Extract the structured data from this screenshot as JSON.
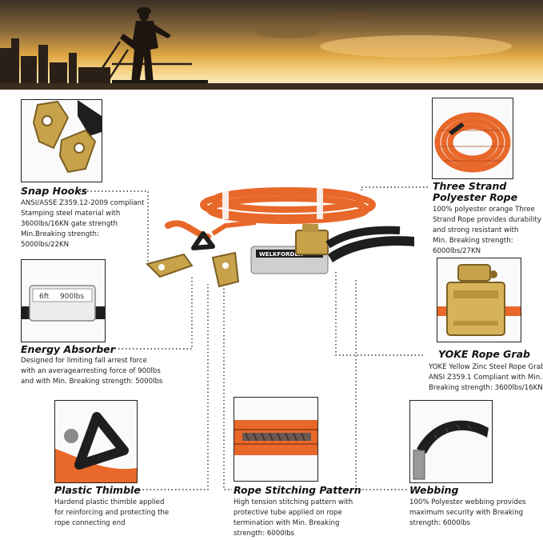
{
  "colors": {
    "rope": "#e8682a",
    "webbing": "#1e1e1e",
    "brass": "#c7a24a",
    "steel": "#a8a8a8"
  },
  "features": {
    "snap_hooks": {
      "title": "Snap Hooks",
      "lines": [
        "ANSI/ASSE Z359.12-2009 compliant",
        "Stamping steel material with",
        "3600lbs/16KN gate strength",
        "Min.Breaking strength:",
        "5000lbs/22KN"
      ]
    },
    "three_strand": {
      "title_lines": [
        "Three Strand",
        "Polyester Rope"
      ],
      "lines": [
        "100% polyester orange Three",
        "Strand Rope provides durability",
        "and strong resistant with",
        "Min. Breaking strength:",
        "6000lbs/27KN"
      ]
    },
    "energy_absorber": {
      "title": "Energy Absorber",
      "lines": [
        "Designed for limiting fall arrest force",
        "with an averagearresting force of 900lbs",
        "and with Min. Breaking strength: 5000lbs"
      ]
    },
    "rope_grab": {
      "title": "YOKE Rope Grab",
      "lines": [
        "YOKE Yellow Zinc Steel Rope Grab",
        "ANSI Z359.1 Compliant with Min.",
        "Breaking strength: 3600lbs/16KN"
      ]
    },
    "plastic_thimble": {
      "title": "Plastic Thimble",
      "lines": [
        "Hardend plastic thimble applied",
        "for reinforcing and protecting the",
        "rope connecting end"
      ]
    },
    "rope_stitching": {
      "title": "Rope Stitching Pattern",
      "lines": [
        "High tension stitching pattern with",
        "protective tube applied on rope",
        "termination with Min. Breaking",
        "strength: 6000lbs"
      ]
    },
    "webbing": {
      "title": "Webbing",
      "lines": [
        "100% Polyester webbing provides",
        "maximum security with Breaking",
        "strength: 6000lbs"
      ]
    }
  },
  "product_labels": {
    "absorber_tag": [
      "6ft",
      "900lbs"
    ],
    "brand": "WELKFORDER"
  }
}
